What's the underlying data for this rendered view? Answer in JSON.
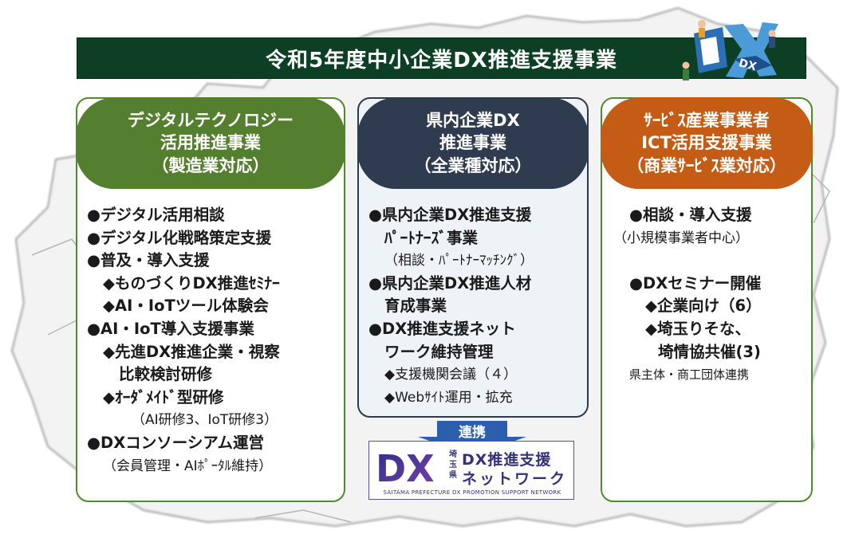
{
  "title": "令和5年度中小企業DX推進支援事業",
  "corner_logo": {
    "text": "DX",
    "icon": "dx-people-illustration-icon"
  },
  "cards": {
    "left": {
      "head": [
        "デジタルテクノロジー",
        "活用推進事業",
        "（製造業対応）"
      ],
      "color": "#537f2e",
      "lines": [
        "●デジタル活用相談",
        "●デジタル化戦略策定支援",
        "●普及・導入支援",
        "◆ものづくりDX推進ｾﾐﾅｰ",
        "◆AI・IoTツール体験会",
        "●AI・IoT導入支援事業",
        "◆先進DX推進企業・視察",
        "比較検討研修",
        "◆ｵｰﾀﾞﾒｲﾄﾞ型研修",
        "（AI研修3、IoT研修3）",
        "●DXコンソーシアム運営",
        "（会員管理・AIﾎﾟｰﾀﾙ維持）"
      ]
    },
    "center": {
      "head": [
        "県内企業DX",
        "推進事業",
        "（全業種対応）"
      ],
      "color": "#2f3b4f",
      "lines": [
        "●県内企業DX推進支援",
        "ﾊﾟｰﾄﾅｰｽﾞ事業",
        "（相談・ﾊﾟｰﾄﾅｰﾏｯﾁﾝｸﾞ）",
        "●県内企業DX推進人材",
        "育成事業",
        "●DX推進支援ネット",
        "ワーク維持管理",
        "◆支援機関会議（４）",
        "◆Webｻｲﾄ運用・拡充"
      ]
    },
    "right": {
      "head": [
        "ｻｰﾋﾞｽ産業事業者",
        "ICT活用支援事業",
        "（商業ｻｰﾋﾞｽ業対応）"
      ],
      "color": "#c45c16",
      "lines": [
        "●相談・導入支援",
        "（小規模事業者中心）",
        "●DXセミナー開催",
        "◆企業向け（6）",
        "◆埼玉りそな、",
        "埼情協共催(3)",
        "県主体・商工団体連携"
      ]
    }
  },
  "link": {
    "label": "連携"
  },
  "network_logo": {
    "mark": "DX",
    "pref": [
      "埼",
      "玉",
      "県"
    ],
    "title_line1": "DX推進支援",
    "title_line2": "ネットワーク",
    "subtitle": "SAITAMA PREFECTURE DX PROMOTION SUPPORT NETWORK"
  },
  "colors": {
    "title_bg": "#0d3f24",
    "green_border": "#4f8a2c",
    "navy": "#2f3b4f",
    "orange": "#c45c16",
    "logo_navy": "#33327a"
  }
}
